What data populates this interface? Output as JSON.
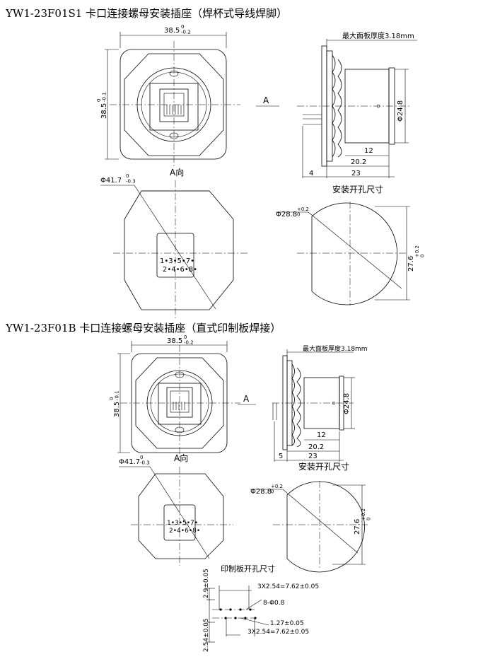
{
  "section1": {
    "title": "YW1-23F01S1 卡口连接螺母安装插座（焊杯式导线焊脚）",
    "front_width": "38.5",
    "front_width_tol": "0\n-0.2",
    "front_height": "38.5",
    "front_height_tol": "0\n-0.1",
    "view_arrow": "A",
    "view_label": "A向",
    "outer_dia": "Φ41.7",
    "outer_dia_tol": "0\n-0.3",
    "pins_row1": "1•3•5•7•",
    "pins_row2": "2•4•6•8•",
    "panel_note": "最大面板厚度3.18mm",
    "body_dia": "Φ24.8",
    "dim_12": "12",
    "dim_20_2": "20.2",
    "dim_23": "23",
    "dim_left": "4",
    "cutout_title": "安装开孔尺寸",
    "cutout_dia": "Φ28.8",
    "cutout_dia_tol": "+0.2\n0",
    "cutout_flat": "27.6",
    "cutout_flat_tol": "+0.2\n0"
  },
  "section2": {
    "title": "YW1-23F01B 卡口连接螺母安装插座（直式印制板焊接）",
    "front_width": "38.5",
    "front_width_tol": "0\n-0.2",
    "front_height": "38.5",
    "front_height_tol": "0\n-0.1",
    "view_arrow": "A",
    "view_label": "A向",
    "outer_dia": "Φ41.7",
    "outer_dia_tol": "0\n-0.3",
    "pins_row1": "1•3•5•7•",
    "pins_row2": "2•4•6•8•",
    "panel_note": "最大面板厚度3.18mm",
    "body_dia": "Φ24.8",
    "dim_12": "12",
    "dim_20_2": "20.2",
    "dim_23": "23",
    "dim_left": "5",
    "cutout_title": "安装开孔尺寸",
    "cutout_dia": "Φ28.8",
    "cutout_dia_tol": "+0.2\n0",
    "cutout_flat": "27.6",
    "cutout_flat_tol": "+0.2\n0",
    "pcb_title": "印制板开孔尺寸",
    "pcb_top_v": "2.9±0.05",
    "pcb_top_h": "3X2.54=7.62±0.05",
    "pcb_holes": "8-Φ0.8",
    "pcb_pitch": "1.27±0.05",
    "pcb_bottom_h": "3X2.54=7.62±0.05",
    "pcb_bottom_v": "2.54±0.05"
  }
}
